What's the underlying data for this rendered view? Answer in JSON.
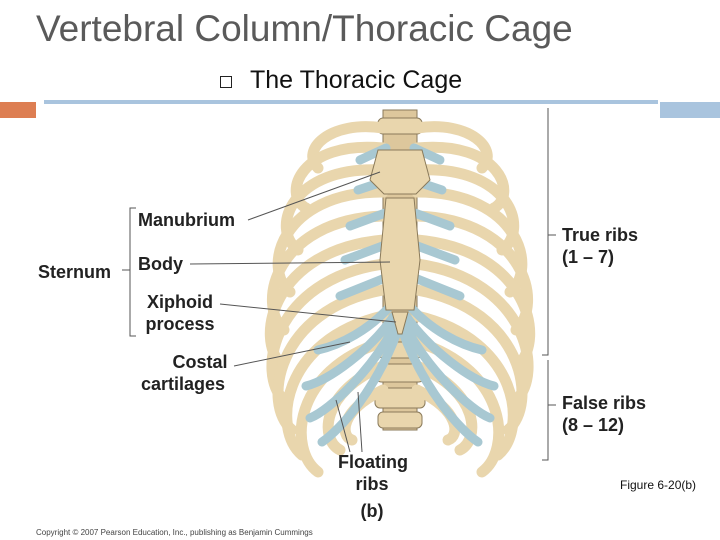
{
  "slide": {
    "title": "Vertebral Column/Thoracic Cage",
    "bullet": "The Thoracic Cage",
    "figure_ref": "Figure 6-20(b)",
    "copyright": "Copyright © 2007 Pearson Education, Inc., publishing as Benjamin Cummings"
  },
  "diagram": {
    "labels": {
      "sternum": "Sternum",
      "manubrium": "Manubrium",
      "body": "Body",
      "xiphoid_1": "Xiphoid",
      "xiphoid_2": "process",
      "costal_1": "Costal",
      "costal_2": "cartilages",
      "true_ribs_1": "True ribs",
      "true_ribs_2": "(1 – 7)",
      "false_ribs_1": "False ribs",
      "false_ribs_2": "(8 – 12)",
      "floating_1": "Floating",
      "floating_2": "ribs",
      "panel": "(b)"
    }
  },
  "colors": {
    "bone": "#e9d6ad",
    "cartilage": "#a8c8d2",
    "accent_orange": "#dd7e52",
    "accent_blue": "#a9c4de"
  }
}
